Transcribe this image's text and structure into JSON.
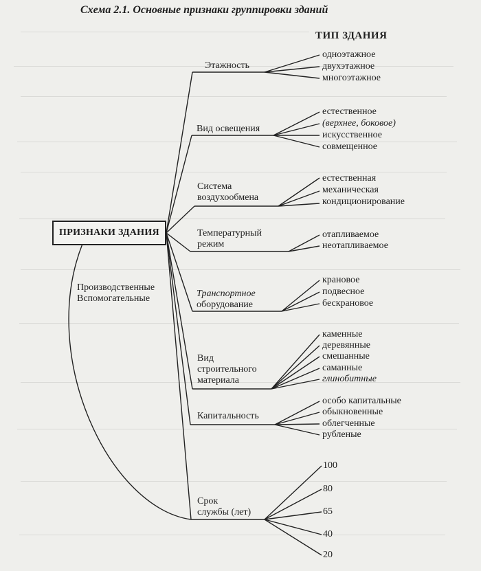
{
  "title": "Схема 2.1. Основные признаки группировки зданий",
  "column_header": "ТИП ЗДАНИЯ",
  "root": "ПРИЗНАКИ ЗДАНИЯ",
  "side_labels": [
    "Производственные",
    "Вспомогательные"
  ],
  "groups": [
    {
      "label": [
        "Этажность"
      ],
      "types": [
        "одноэтажное",
        "двухэтажное",
        "многоэтажное"
      ]
    },
    {
      "label": [
        "Вид освещения"
      ],
      "types": [
        "естественное",
        "(верхнее, боковое)",
        "искусственное",
        "совмещенное"
      ]
    },
    {
      "label": [
        "Система",
        "воздухообмена"
      ],
      "types": [
        "естественная",
        "механическая",
        "кондиционирование"
      ]
    },
    {
      "label": [
        "Температурный",
        "режим"
      ],
      "types": [
        "отапливаемое",
        "неотапливаемое"
      ]
    },
    {
      "label": [
        "Транспортное",
        "оборудование"
      ],
      "types": [
        "крановое",
        "подвесное",
        "бескрановое"
      ]
    },
    {
      "label": [
        "Вид",
        "строительного",
        "материала"
      ],
      "types": [
        "каменные",
        "деревянные",
        "смешанные",
        "саманные",
        "глинобитные"
      ]
    },
    {
      "label": [
        "Капитальность"
      ],
      "types": [
        "особо капитальные",
        "обыкновенные",
        "облегченные",
        "рубленые"
      ]
    },
    {
      "label": [
        "Срок",
        "службы (лет)"
      ],
      "types": [
        "100",
        "80",
        "65",
        "40",
        "20"
      ]
    }
  ]
}
